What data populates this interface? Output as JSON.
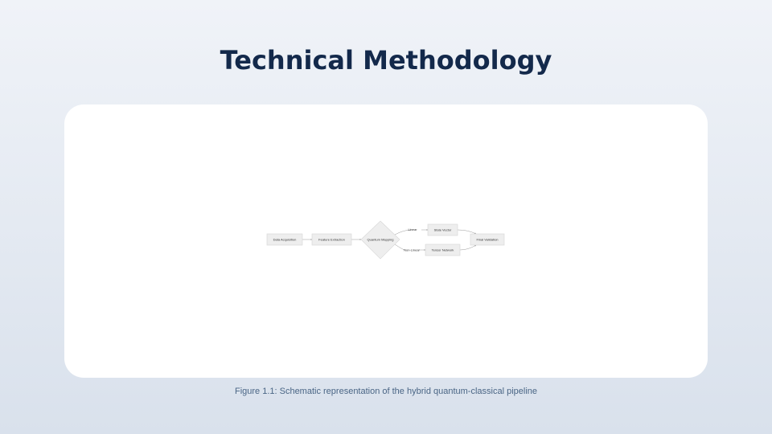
{
  "title": "Technical Methodology",
  "diagram": {
    "nodes": [
      {
        "id": "data",
        "label": "Data Acquisition",
        "shape": "rect"
      },
      {
        "id": "feature",
        "label": "Feature Extraction",
        "shape": "rect"
      },
      {
        "id": "quantum",
        "label": "Quantum Mapping",
        "shape": "diamond"
      },
      {
        "id": "state",
        "label": "State Vector",
        "shape": "rect"
      },
      {
        "id": "tensor",
        "label": "Tensor Network",
        "shape": "rect"
      },
      {
        "id": "final",
        "label": "Final Validation",
        "shape": "rect"
      }
    ],
    "edges": [
      {
        "from": "data",
        "to": "feature",
        "label": ""
      },
      {
        "from": "feature",
        "to": "quantum",
        "label": ""
      },
      {
        "from": "quantum",
        "to": "state",
        "label": "Linear"
      },
      {
        "from": "quantum",
        "to": "tensor",
        "label": "Non-Linear"
      },
      {
        "from": "state",
        "to": "final",
        "label": ""
      },
      {
        "from": "tensor",
        "to": "final",
        "label": ""
      }
    ],
    "node_fill": "#eeeeee"
  },
  "caption": "Figure 1.1: Schematic representation of the hybrid quantum-classical pipeline"
}
